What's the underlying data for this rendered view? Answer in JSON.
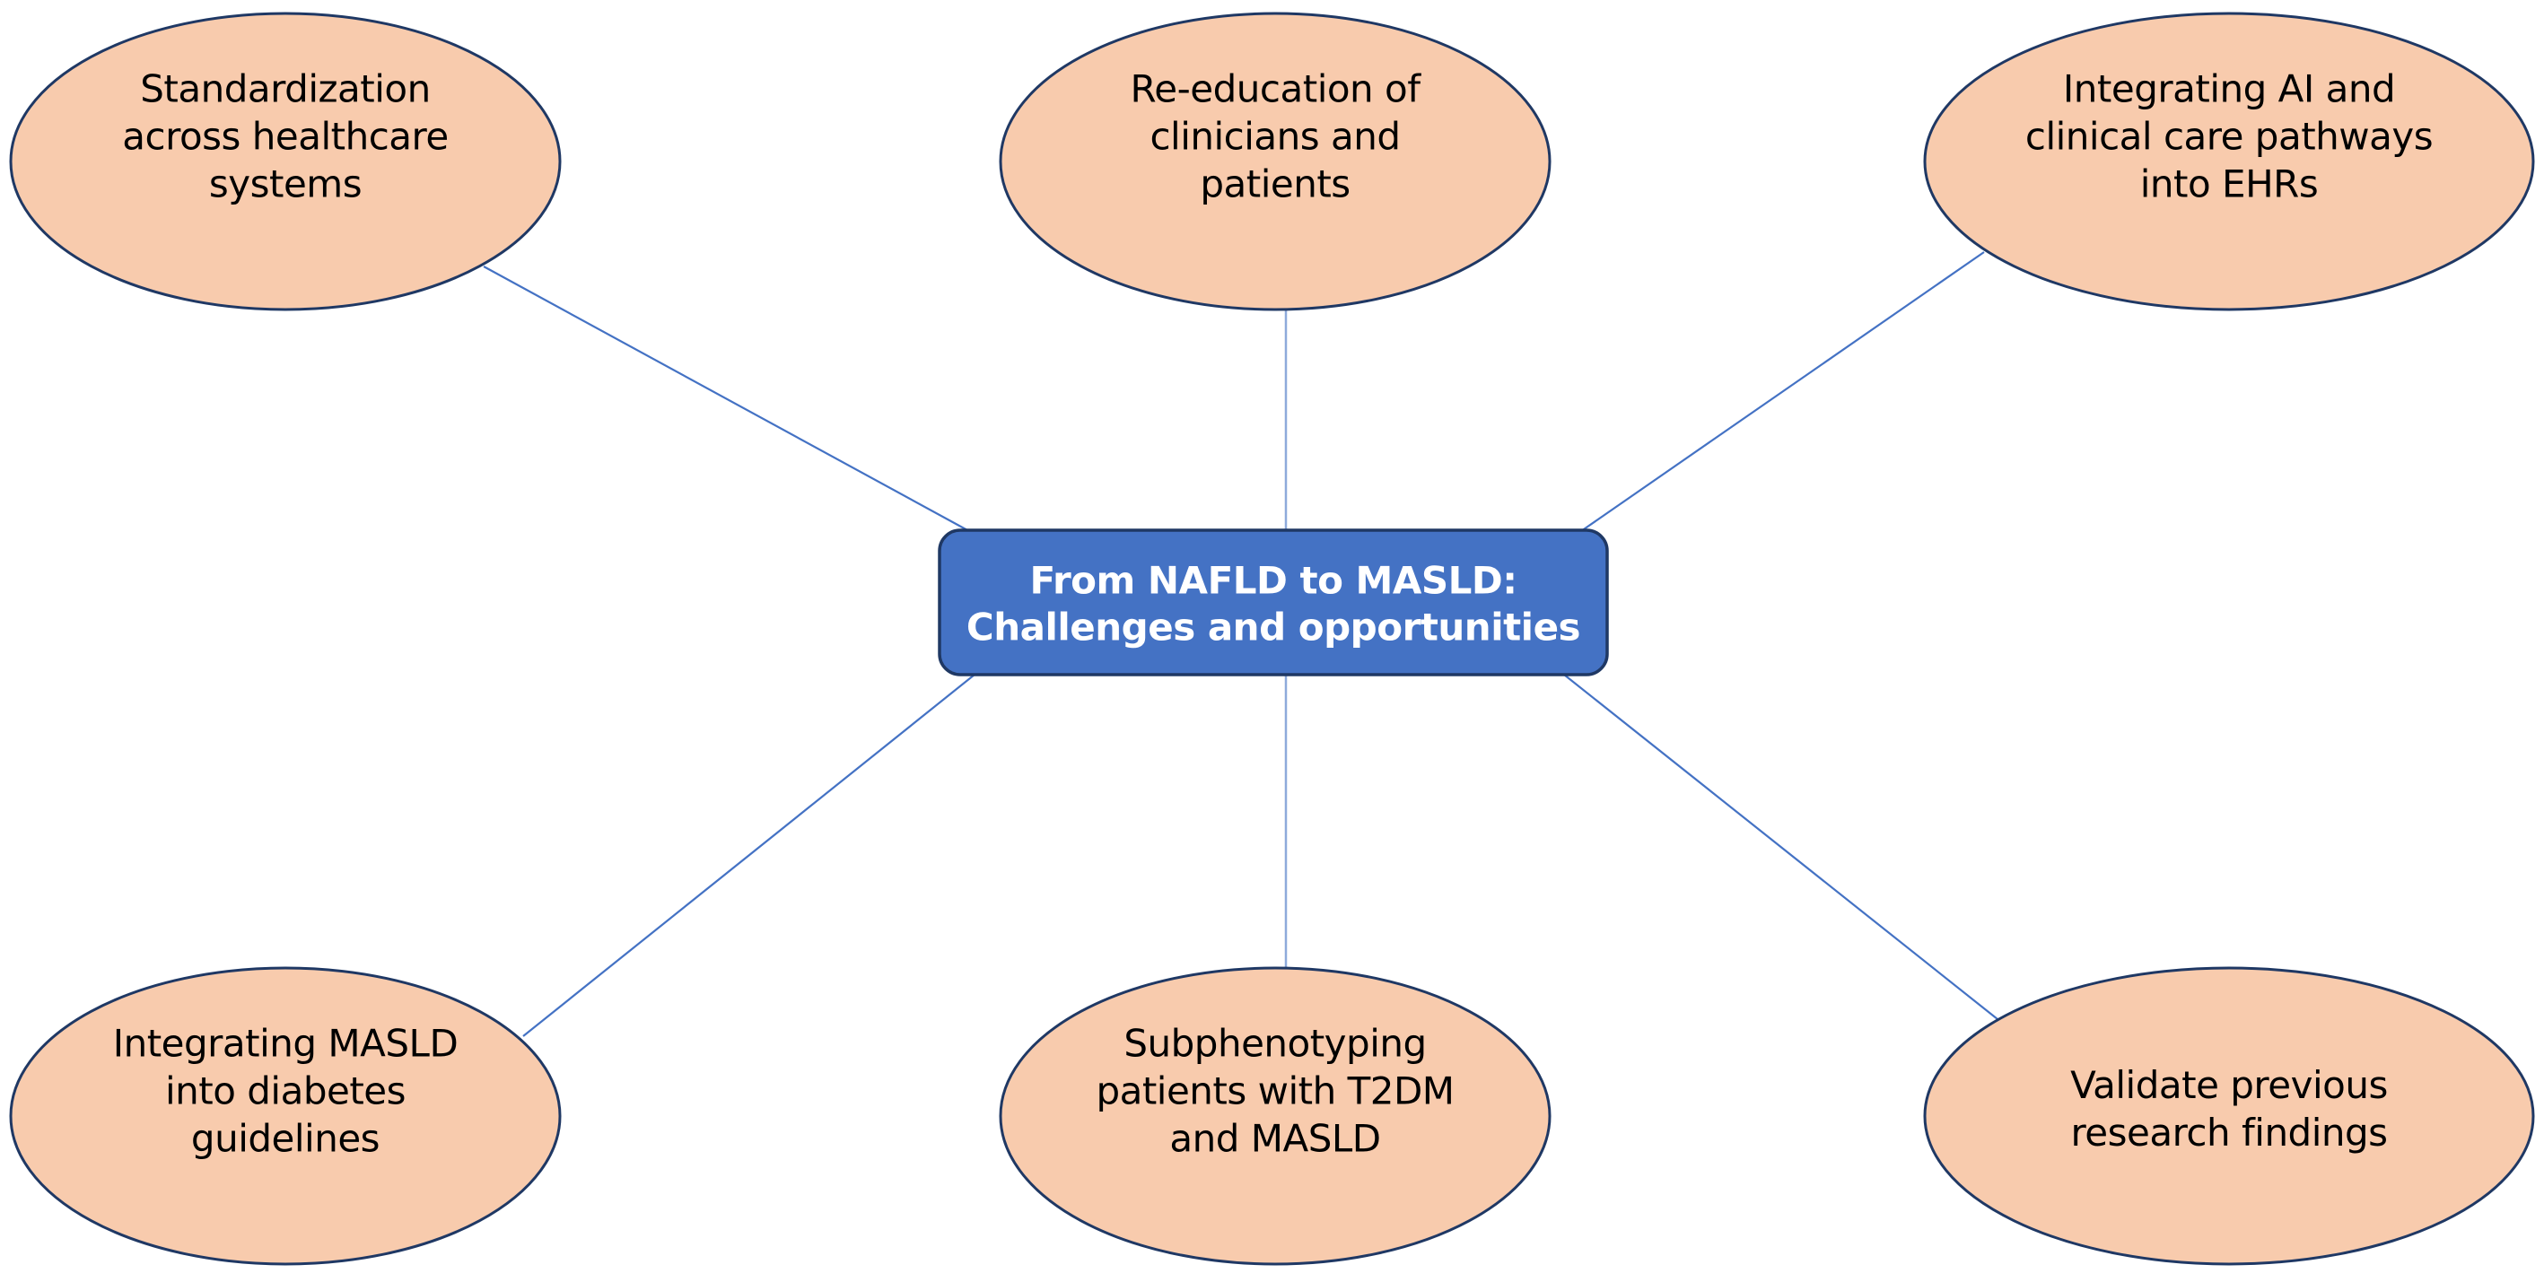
{
  "diagram": {
    "type": "hub-and-spoke mind map",
    "center": {
      "lines": [
        "From NAFLD to MASLD:",
        "Challenges and opportunities"
      ],
      "fill_color": "#4472c4",
      "text_color": "#ffffff"
    },
    "nodes": [
      {
        "id": "standardization",
        "position": "top-left",
        "lines": [
          "Standardization",
          "across healthcare",
          "systems"
        ]
      },
      {
        "id": "re-education",
        "position": "top-center",
        "lines": [
          "Re-education of",
          "clinicians and",
          "patients"
        ]
      },
      {
        "id": "integrating-ai",
        "position": "top-right",
        "lines": [
          "Integrating AI and",
          "clinical care pathways",
          "into EHRs"
        ]
      },
      {
        "id": "integrating-masld",
        "position": "bottom-left",
        "lines": [
          "Integrating MASLD",
          "into diabetes",
          "guidelines"
        ]
      },
      {
        "id": "subphenotyping",
        "position": "bottom-center",
        "lines": [
          "Subphenotyping",
          "patients with T2DM",
          "and MASLD"
        ]
      },
      {
        "id": "validate-findings",
        "position": "bottom-right",
        "lines": [
          "Validate previous",
          "research findings"
        ]
      }
    ],
    "colors": {
      "node_fill": "#f8cbad",
      "node_stroke": "#1f3864",
      "connector": "#4472c4",
      "background": "#ffffff"
    }
  }
}
